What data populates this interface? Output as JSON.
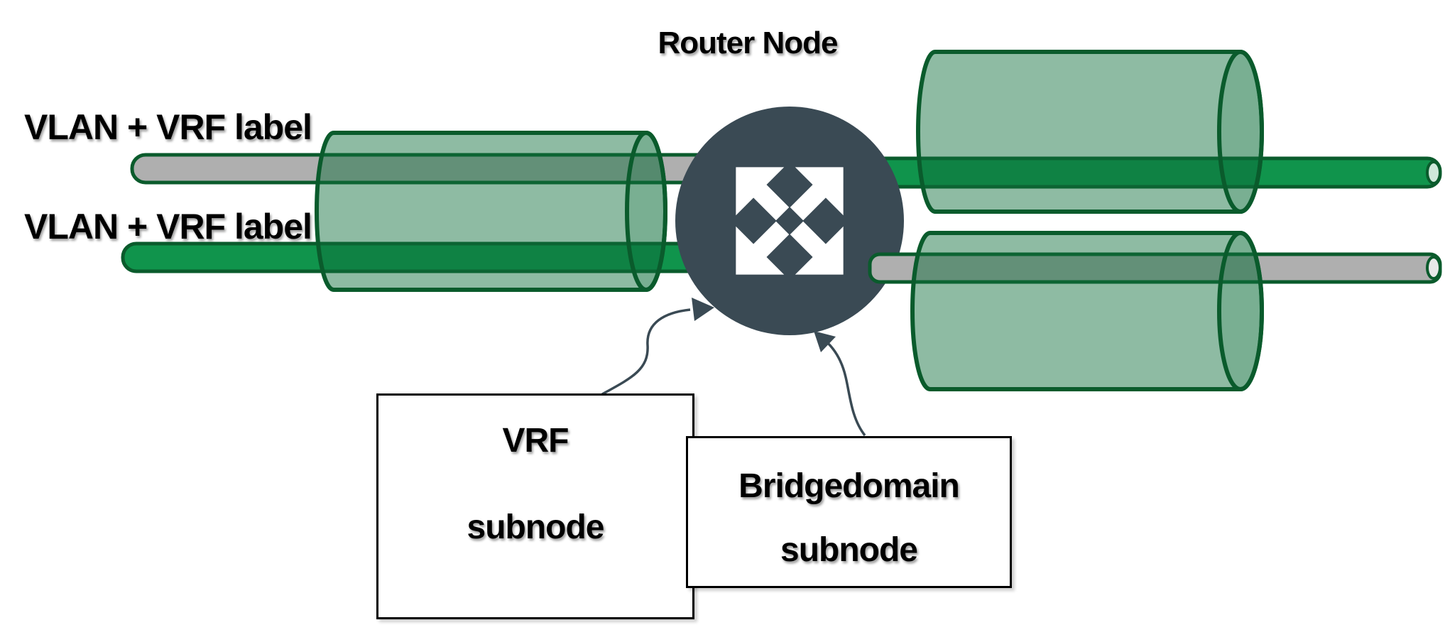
{
  "labels": {
    "router_node": "Router Node",
    "vlan_vrf_top": "VLAN + VRF label",
    "vlan_vrf_bottom": "VLAN + VRF label"
  },
  "boxes": {
    "vrf": {
      "line1": "VRF",
      "line2": "subnode"
    },
    "bridgedomain": {
      "line1": "Bridgedomain",
      "line2": "subnode"
    }
  },
  "icons": {
    "router": "crossed-arrows"
  },
  "colors": {
    "pipe_green": "#10944C",
    "pipe_gray": "#AFAFAF",
    "pipe_green_end": "#CFE8DA",
    "pipe_gray_end": "#E8E8E8",
    "outline_green": "#0A5B2C",
    "tunnel_green": "#0E6E3C",
    "router_node_fill": "#3A4A54",
    "router_icon": "#FFFFFF",
    "connector": "#3A4A54",
    "box_border": "#000000",
    "text": "#000000",
    "background": "#FFFFFF"
  }
}
